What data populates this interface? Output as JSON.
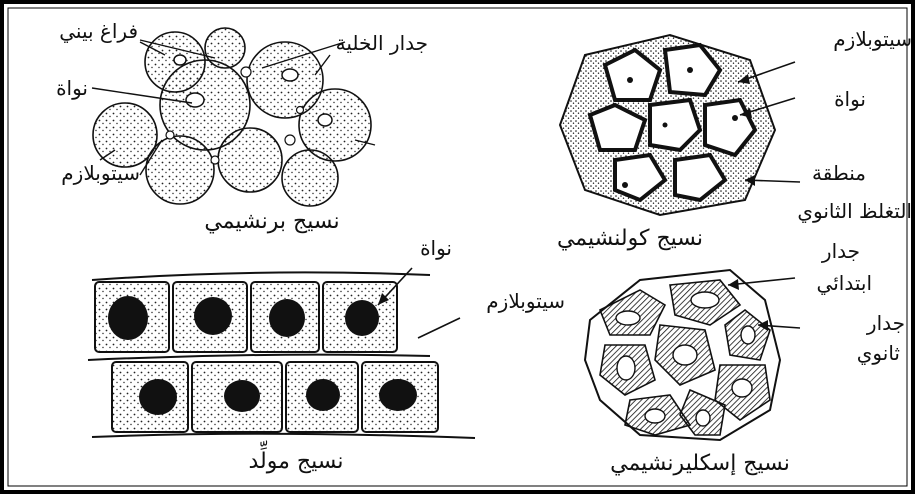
{
  "panels": {
    "parenchyma": {
      "caption": "نسيج برنشيمي",
      "labels": {
        "intercellular_space": "فراغ بيني",
        "cell_wall": "جدار الخلية",
        "nucleus": "نواة",
        "cytoplasm": "سيتوبلازم"
      }
    },
    "collenchyma": {
      "caption": "نسيج كولنشيمي",
      "labels": {
        "cytoplasm": "سيتوبلازم",
        "nucleus": "نواة",
        "thickening_line1": "منطقة",
        "thickening_line2": "التغلظ الثانوي"
      }
    },
    "meristem": {
      "caption": "نسيج مولِّد",
      "labels": {
        "nucleus": "نواة",
        "cytoplasm": "سيتوبلازم"
      }
    },
    "sclerenchyma": {
      "caption": "نسيج إسكليرنشيمي",
      "labels": {
        "primary_wall_line1": "جدار",
        "primary_wall_line2": "ابتدائي",
        "secondary_wall_line1": "جدار",
        "secondary_wall_line2": "ثانوي"
      }
    }
  }
}
